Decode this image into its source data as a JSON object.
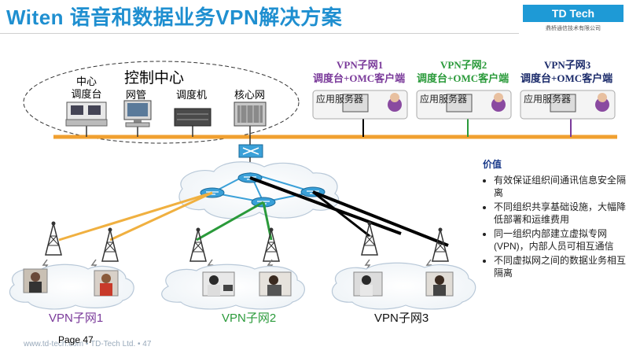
{
  "title": "Witen 语音和数据业务VPN解决方案",
  "logo": {
    "name": "TD Tech",
    "subtitle": "鼎桥通信技术有限公司"
  },
  "control_center": {
    "label": "控制中心",
    "devices": [
      {
        "label": "中心\n调度台",
        "icon": "dispatch-console-icon"
      },
      {
        "label": "网管",
        "icon": "network-management-icon"
      },
      {
        "label": "调度机",
        "icon": "dispatch-server-icon"
      },
      {
        "label": "核心网",
        "icon": "core-network-icon"
      }
    ]
  },
  "vpn_subnets": [
    {
      "label": "VPN子网1",
      "client_label": "调度台+OMC客户端",
      "server_label": "应用服务器",
      "color": "#7a3a9a",
      "link_color": "#f0b040"
    },
    {
      "label": "VPN子网2",
      "client_label": "调度台+OMC客户端",
      "server_label": "应用服务器",
      "color": "#2a9a3a",
      "link_color": "#2a9a3a"
    },
    {
      "label": "VPN子网3",
      "client_label": "调度台+OMC客户端",
      "server_label": "应用服务器",
      "color": "#1a2a6a",
      "link_color": "#000000"
    }
  ],
  "bottom_labels": [
    {
      "text": "VPN子网1",
      "color": "#7a3a9a"
    },
    {
      "text": "VPN子网2",
      "color": "#2a9a3a"
    },
    {
      "text": "VPN子网3",
      "color": "#111111"
    }
  ],
  "value_panel": {
    "heading": "价值",
    "items": [
      "有效保证组织间通讯信息安全隔离",
      "不同组织共享基础设施，大幅降低部署和运维费用",
      "同一组织内部建立虚拟专网(VPN)，内部人员可相互通信",
      "不同虚拟网之间的数据业务相互隔离"
    ]
  },
  "footer": {
    "text": "www.td-tech.com  •  TD-Tech Ltd.  •  47",
    "page_label": "Page 47"
  },
  "colors": {
    "accent": "#1f8fd0",
    "backbone": "#f0a030",
    "subnet1_link": "#f0b040",
    "subnet2_link": "#2a9a3a",
    "subnet3_link": "#000000"
  }
}
